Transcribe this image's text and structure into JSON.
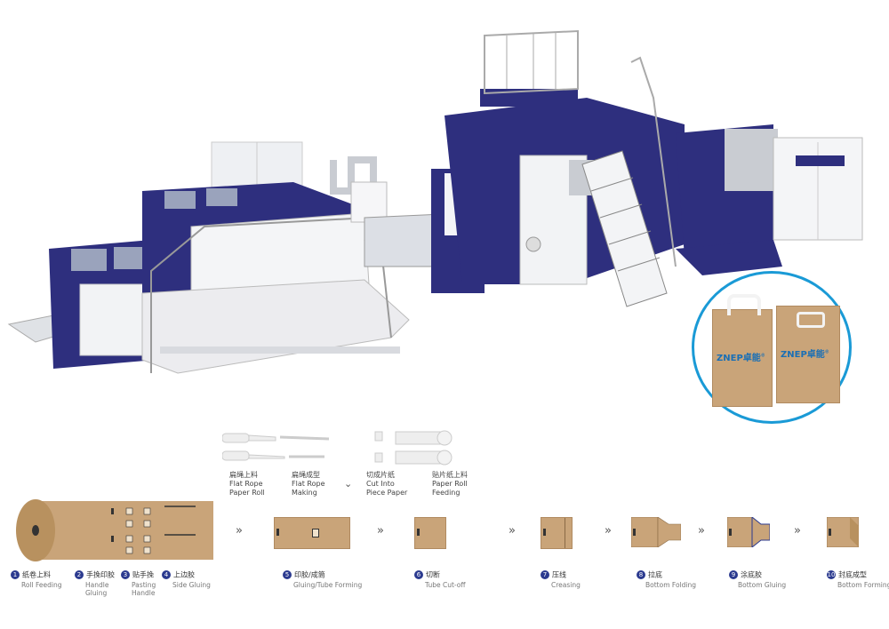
{
  "badge": {
    "brand_left": "ZNEP",
    "brand_right": "卓能",
    "reg": "®"
  },
  "rope": {
    "flat_rope_roll": {
      "cn": "扁绳上料",
      "en1": "Flat Rope",
      "en2": "Paper Roll"
    },
    "flat_rope_making": {
      "cn": "扁绳成型",
      "en1": "Flat Rope",
      "en2": "Making"
    },
    "cut_piece": {
      "cn": "切成片纸",
      "en1": "Cut Into",
      "en2": "Piece Paper"
    },
    "paper_roll_feeding": {
      "cn": "贴片纸上料",
      "en1": "Paper Roll",
      "en2": "Feeding"
    }
  },
  "steps": [
    {
      "num": "1",
      "cn": "纸卷上料",
      "en": "Roll Feeding"
    },
    {
      "num": "2",
      "cn": "手挽印胶",
      "en": "Handle",
      "en2": "Gluing"
    },
    {
      "num": "3",
      "cn": "贴手挽",
      "en": "Pasting",
      "en2": "Handle"
    },
    {
      "num": "4",
      "cn": "上边胶",
      "en": "Side Gluing"
    },
    {
      "num": "5",
      "cn": "印胶/成筒",
      "en": "Gluing/Tube Forming"
    },
    {
      "num": "6",
      "cn": "切断",
      "en": "Tube Cut-off"
    },
    {
      "num": "7",
      "cn": "压线",
      "en": "Creasing"
    },
    {
      "num": "8",
      "cn": "拉底",
      "en": "Bottom Folding"
    },
    {
      "num": "9",
      "cn": "涂底胶",
      "en": "Bottom Gluing"
    },
    {
      "num": "10",
      "cn": "封底成型",
      "en": "Bottom Forming"
    }
  ],
  "arrows": [
    "»",
    "»",
    "»",
    "»",
    "»",
    "»"
  ],
  "down_arrow": "⌄",
  "colors": {
    "machine_blue": "#2e2f7e",
    "kraft": "#c9a479",
    "badge_ring": "#1a9ad6"
  }
}
